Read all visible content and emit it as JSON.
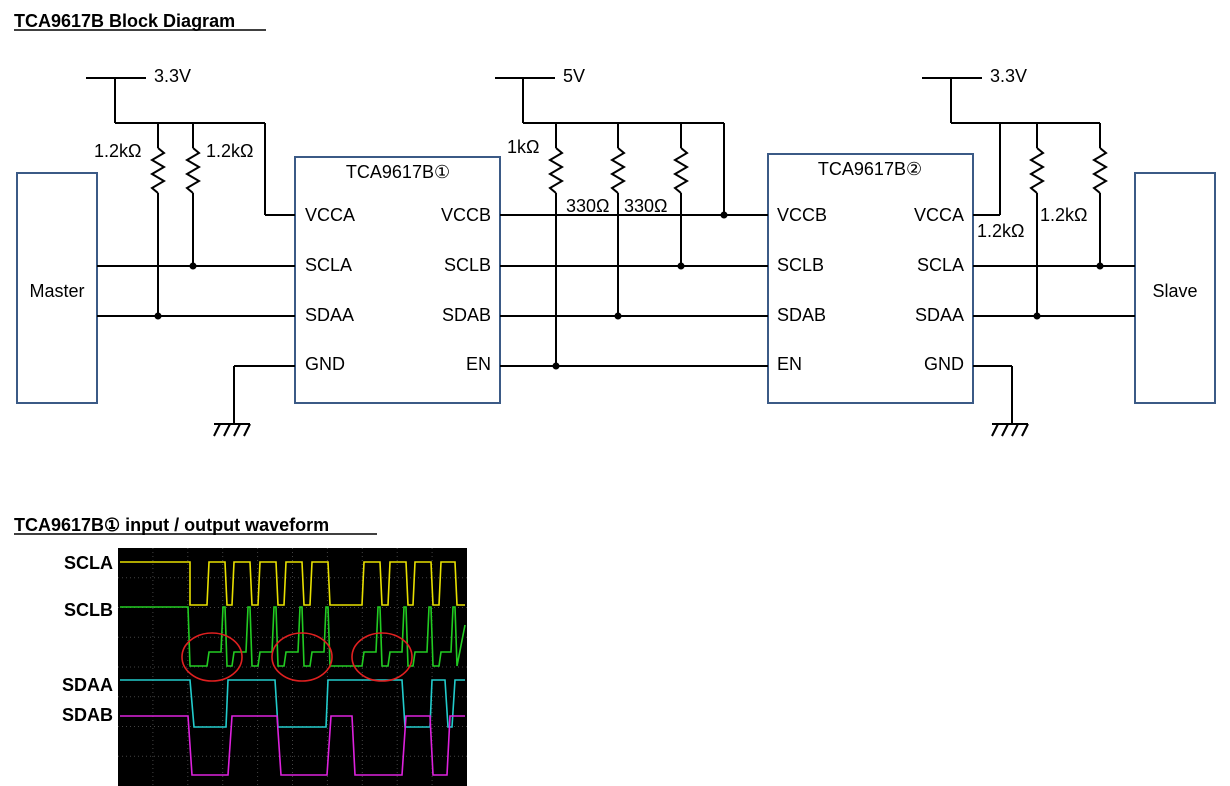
{
  "block_title": "TCA9617B  Block Diagram",
  "waveform_title": "TCA9617B① input / output waveform",
  "supplies": {
    "left": "3.3V",
    "middle": "5V",
    "right": "3.3V"
  },
  "resistors": {
    "left_1": "1.2kΩ",
    "left_2": "1.2kΩ",
    "mid_1": "1kΩ",
    "mid_2": "330Ω",
    "mid_3": "330Ω",
    "right_1": "1.2kΩ",
    "right_2": "1.2kΩ"
  },
  "master_label": "Master",
  "slave_label": "Slave",
  "chip1": {
    "title": "TCA9617B①",
    "left_pins": [
      "VCCA",
      "SCLA",
      "SDAA",
      "GND"
    ],
    "right_pins": [
      "VCCB",
      "SCLB",
      "SDAB",
      "EN"
    ]
  },
  "chip2": {
    "title": "TCA9617B②",
    "left_pins": [
      "VCCB",
      "SCLB",
      "SDAB",
      "EN"
    ],
    "right_pins": [
      "VCCA",
      "SCLA",
      "SDAA",
      "GND"
    ]
  },
  "waveform_labels": [
    "SCLA",
    "SCLB",
    "SDAA",
    "SDAB"
  ],
  "trace_colors": {
    "SCLA": "#e8e000",
    "SCLB": "#22cc22",
    "SDAA": "#22cccc",
    "SDAB": "#dd22dd",
    "highlight": "#e02020"
  }
}
